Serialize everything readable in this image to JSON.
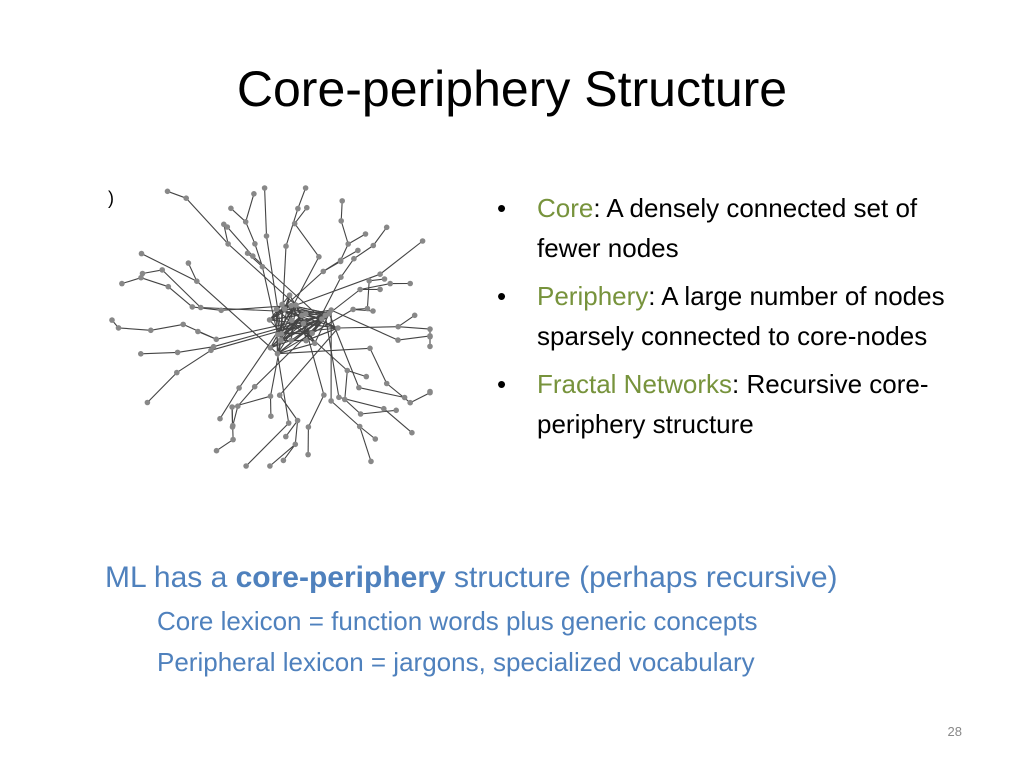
{
  "slide": {
    "title": "Core-periphery Structure",
    "bullets": [
      {
        "keyword": "Core",
        "rest": ": A densely connected set of fewer nodes"
      },
      {
        "keyword": "Periphery",
        "rest": ": A large number of nodes sparsely connected to core-nodes"
      },
      {
        "keyword": "Fractal Networks",
        "rest": ": Recursive core-periphery structure"
      }
    ],
    "bullet_symbol": "•",
    "summary": {
      "prefix": "ML has a ",
      "bold": "core-periphery",
      "suffix": " structure (perhaps recursive)"
    },
    "sub_lines": [
      "Core lexicon = function words plus generic concepts",
      "Peripheral lexicon = jargons, specialized vocabulary"
    ],
    "page_number": "28",
    "figure_mark": ")",
    "colors": {
      "title": "#000000",
      "keyword": "#77933c",
      "accent": "#4f81bd",
      "edge": "#444444",
      "node": "#888888"
    }
  }
}
